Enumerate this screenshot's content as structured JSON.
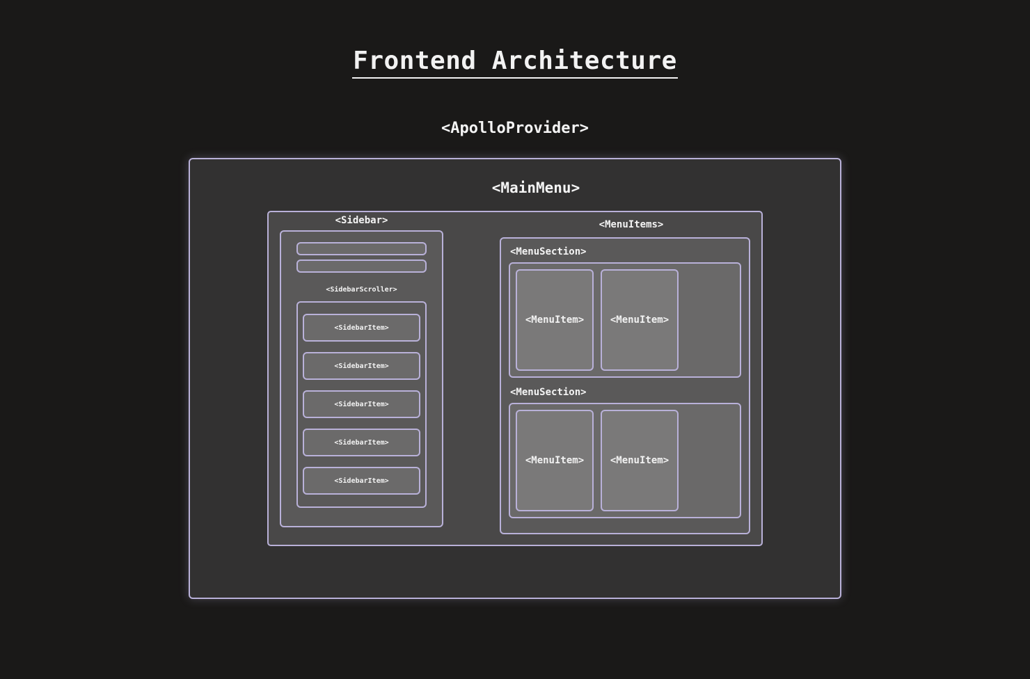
{
  "title": "Frontend Architecture",
  "diagram": {
    "provider_label": "<ApolloProvider>",
    "main_menu_label": "<MainMenu>",
    "sidebar": {
      "label": "<Sidebar>",
      "scroller_label": "<SidebarScroller>",
      "items": [
        "<SidebarItem>",
        "<SidebarItem>",
        "<SidebarItem>",
        "<SidebarItem>",
        "<SidebarItem>"
      ]
    },
    "menu_items": {
      "label": "<MenuItems>",
      "sections": [
        {
          "label": "<MenuSection>",
          "items": [
            "<MenuItem>",
            "<MenuItem>"
          ]
        },
        {
          "label": "<MenuSection>",
          "items": [
            "<MenuItem>",
            "<MenuItem>"
          ]
        }
      ]
    }
  },
  "colors": {
    "background": "#1a1918",
    "outline": "#b9b1d9",
    "text": "#f2f2f2"
  }
}
